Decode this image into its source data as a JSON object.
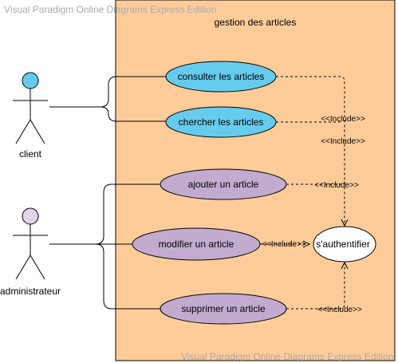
{
  "watermark_top": "Visual Paradigm Online Diagrams Express Edition",
  "watermark_bottom": "Visual Paradigm Online Diagrams Express Edition",
  "system": {
    "title": "gestion des articles",
    "fill": "#FFCC99"
  },
  "actors": {
    "client": {
      "label": "client",
      "head_color": "#66CCEE"
    },
    "admin": {
      "label": "administrateur",
      "head_color": "#E1D5E7"
    }
  },
  "use_cases": {
    "consulter": "consulter les articles",
    "chercher": "chercher les articles",
    "ajouter": "ajouter un article",
    "modifier": "modifier un article",
    "supprimer": "supprimer un article",
    "auth": "s'authentifier"
  },
  "colors": {
    "client_uc": "#66CCEE",
    "admin_uc": "#C3ABD0",
    "auth_uc": "#FFFFFF"
  },
  "include_label": "<<Include>>"
}
